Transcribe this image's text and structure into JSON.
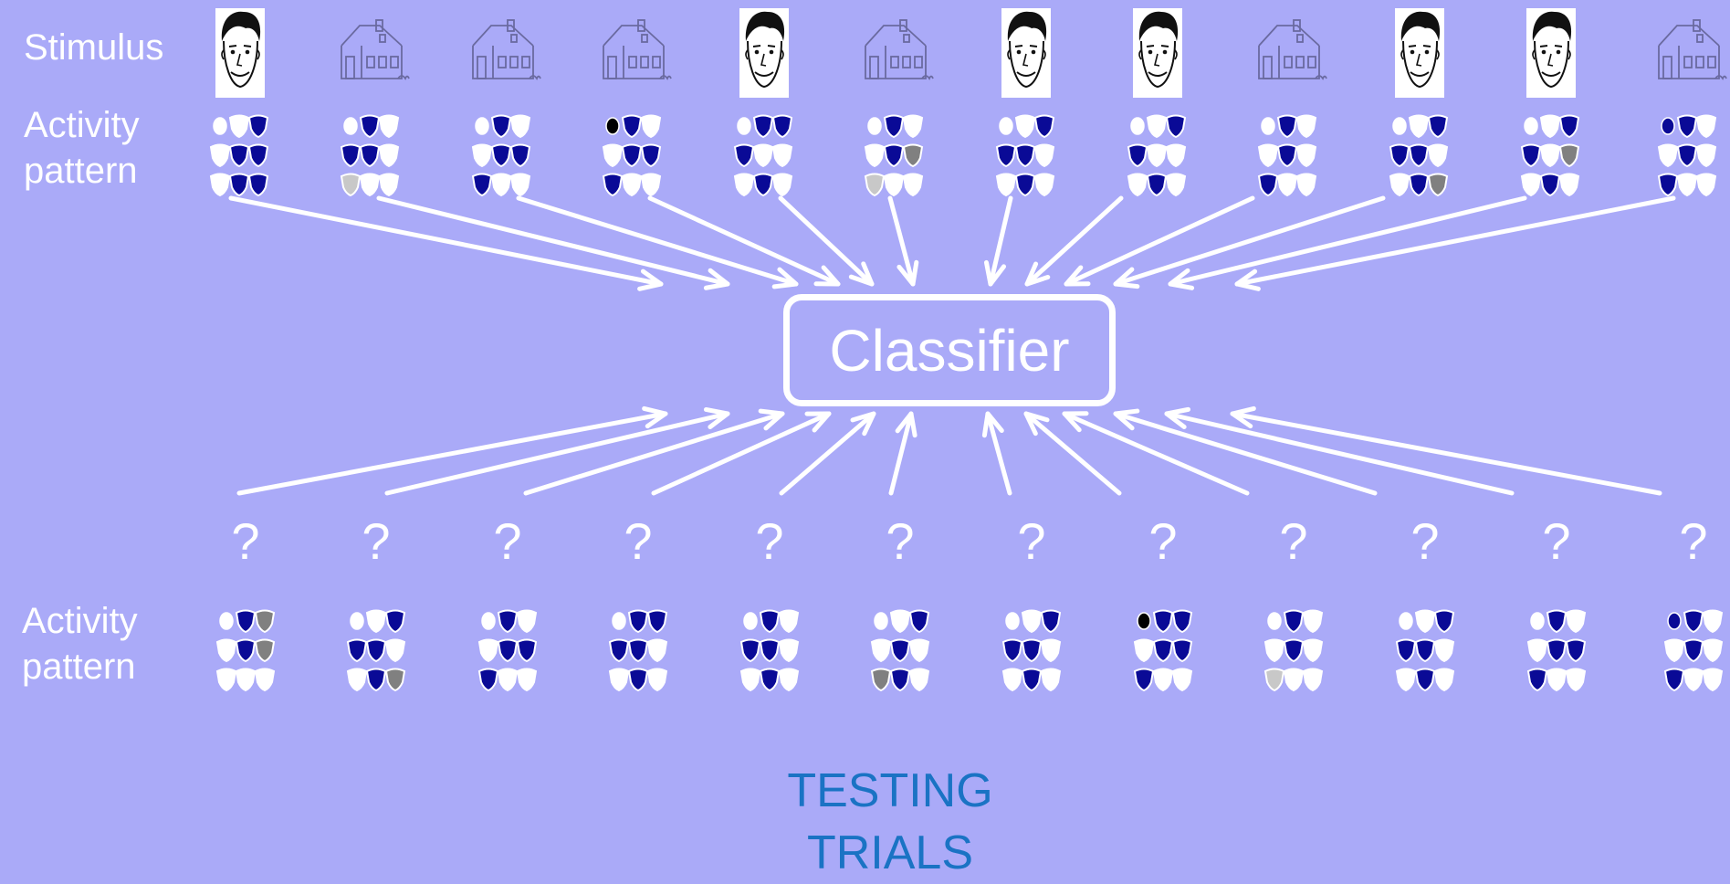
{
  "labels": {
    "stimulus": "Stimulus",
    "activity_top_line1": "Activity",
    "activity_top_line2": "pattern",
    "activity_bottom_line1": "Activity",
    "activity_bottom_line2": "pattern"
  },
  "classifier": {
    "label": "Classifier"
  },
  "title": {
    "line1": "TESTING",
    "line2": "TRIALS"
  },
  "colors": {
    "background": "#aaaaf8",
    "white": "#ffffff",
    "title": "#1a73c4",
    "blue": "#0a0a96",
    "gray": "#808080",
    "light_gray": "#c8c8c8",
    "black": "#000000"
  },
  "stimuli": [
    "face",
    "house",
    "house",
    "house",
    "face",
    "house",
    "face",
    "face",
    "house",
    "face",
    "face",
    "house"
  ],
  "unknown_mark": "?",
  "training_patterns": [
    [
      "O",
      "W",
      "B",
      "W",
      "B",
      "B",
      "W",
      "B",
      "B"
    ],
    [
      "O",
      "B",
      "W",
      "B",
      "B",
      "W",
      "L",
      "W",
      "W"
    ],
    [
      "O",
      "B",
      "W",
      "W",
      "B",
      "B",
      "B",
      "W",
      "W"
    ],
    [
      "K",
      "B",
      "W",
      "W",
      "B",
      "B",
      "B",
      "W",
      "W"
    ],
    [
      "O",
      "B",
      "B",
      "B",
      "W",
      "W",
      "W",
      "B",
      "W"
    ],
    [
      "O",
      "B",
      "W",
      "W",
      "B",
      "G",
      "L",
      "W",
      "W"
    ],
    [
      "O",
      "W",
      "B",
      "B",
      "B",
      "W",
      "W",
      "B",
      "W"
    ],
    [
      "O",
      "W",
      "B",
      "B",
      "W",
      "W",
      "W",
      "B",
      "W"
    ],
    [
      "O",
      "B",
      "W",
      "W",
      "B",
      "W",
      "B",
      "W",
      "W"
    ],
    [
      "O",
      "W",
      "B",
      "B",
      "B",
      "W",
      "W",
      "B",
      "G"
    ],
    [
      "O",
      "W",
      "B",
      "B",
      "W",
      "G",
      "W",
      "B",
      "W"
    ],
    [
      "N",
      "B",
      "W",
      "W",
      "B",
      "W",
      "B",
      "W",
      "W"
    ]
  ],
  "testing_patterns": [
    [
      "O",
      "B",
      "G",
      "W",
      "B",
      "G",
      "W",
      "W",
      "W"
    ],
    [
      "O",
      "W",
      "B",
      "B",
      "B",
      "W",
      "W",
      "B",
      "G"
    ],
    [
      "O",
      "B",
      "W",
      "W",
      "B",
      "B",
      "B",
      "W",
      "W"
    ],
    [
      "O",
      "B",
      "B",
      "B",
      "B",
      "W",
      "W",
      "B",
      "W"
    ],
    [
      "O",
      "B",
      "W",
      "B",
      "B",
      "W",
      "W",
      "B",
      "W"
    ],
    [
      "O",
      "W",
      "B",
      "W",
      "B",
      "W",
      "G",
      "B",
      "W"
    ],
    [
      "O",
      "W",
      "B",
      "B",
      "B",
      "W",
      "W",
      "B",
      "W"
    ],
    [
      "K",
      "B",
      "B",
      "W",
      "B",
      "B",
      "B",
      "W",
      "W"
    ],
    [
      "O",
      "B",
      "W",
      "W",
      "B",
      "W",
      "L",
      "W",
      "W"
    ],
    [
      "O",
      "W",
      "B",
      "B",
      "B",
      "W",
      "W",
      "B",
      "W"
    ],
    [
      "O",
      "B",
      "W",
      "W",
      "B",
      "B",
      "B",
      "W",
      "W"
    ],
    [
      "N",
      "B",
      "W",
      "W",
      "B",
      "W",
      "B",
      "W",
      "W"
    ]
  ]
}
